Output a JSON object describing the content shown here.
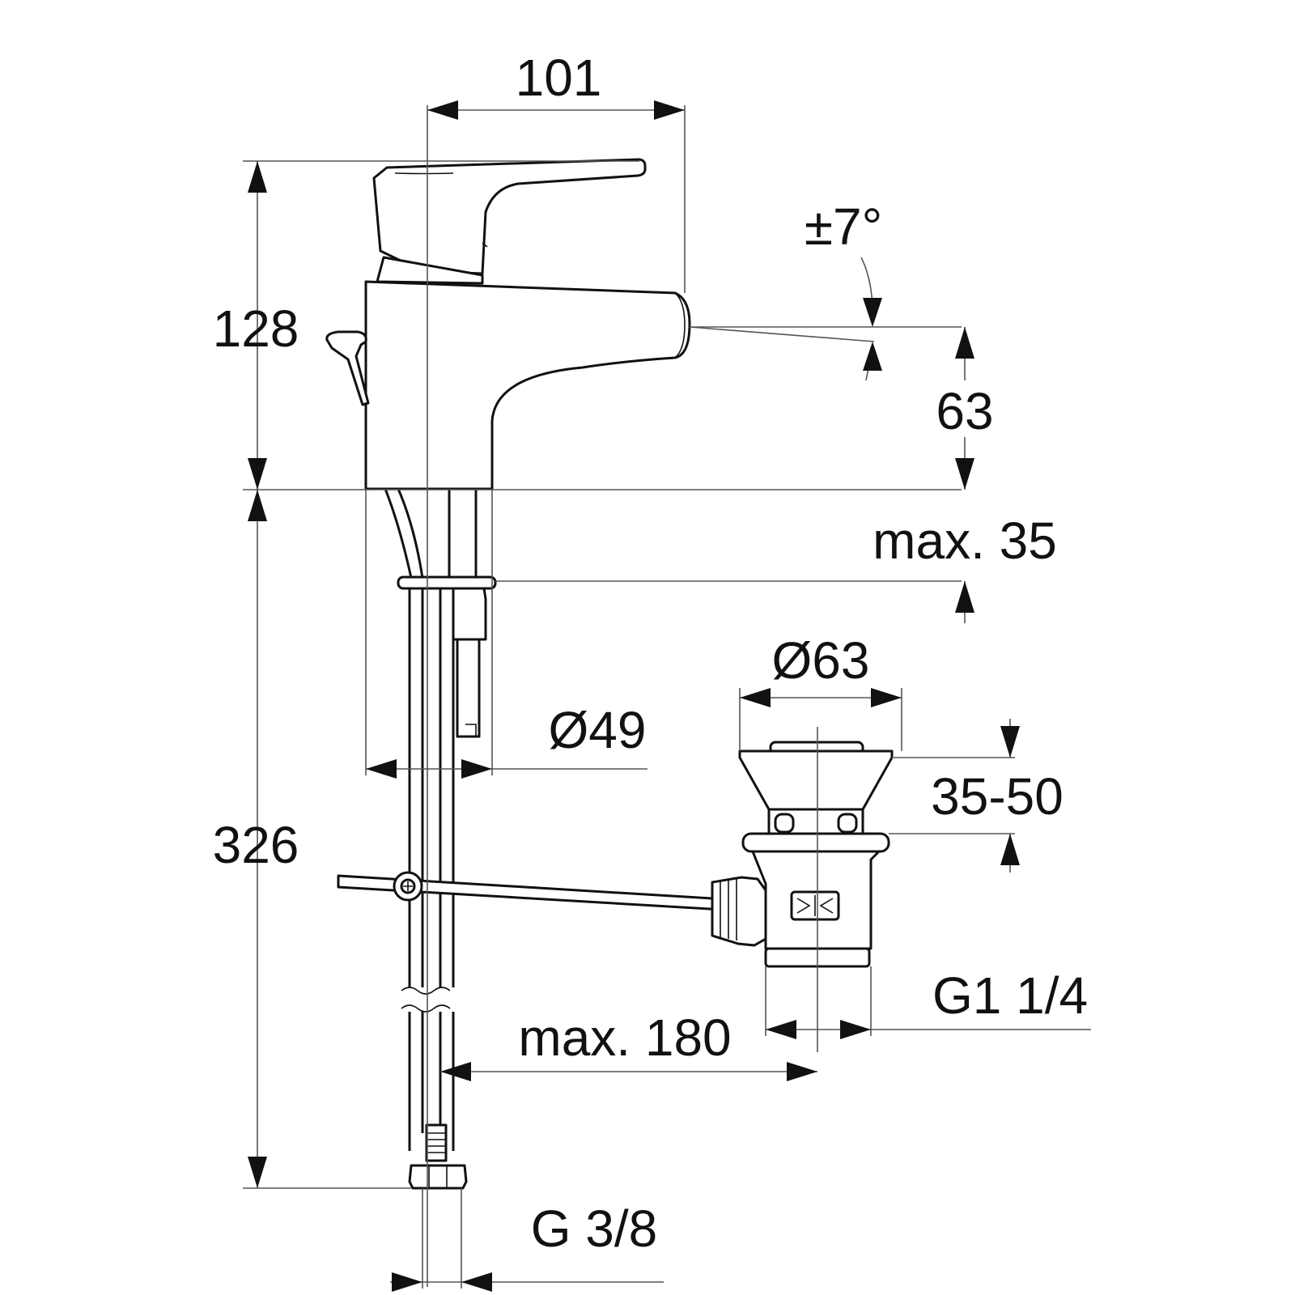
{
  "diagram": {
    "dimensions": {
      "width_top": "101",
      "height_upper": "128",
      "height_lower": "326",
      "tilt": "±7°",
      "spout_height": "63",
      "max_thickness": "max. 35",
      "base_diameter": "Ø49",
      "drain_diameter": "Ø63",
      "drain_range": "35-50",
      "drain_thread": "G1 1/4",
      "rod_length": "max. 180",
      "supply_thread": "G 3/8"
    }
  }
}
